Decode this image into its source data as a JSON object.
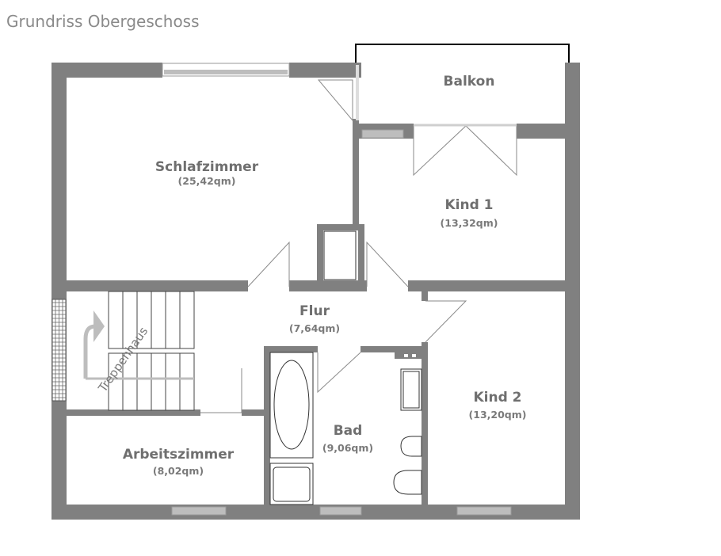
{
  "plan": {
    "title": "Grundriss Obergeschoss",
    "wall_color": "#808080",
    "window_color": "#bdbdbd",
    "rooms": [
      {
        "key": "schlafzimmer",
        "name": "Schlafzimmer",
        "area": "(25,42qm)"
      },
      {
        "key": "balkon",
        "name": "Balkon",
        "area": ""
      },
      {
        "key": "kind1",
        "name": "Kind 1",
        "area": "(13,32qm)"
      },
      {
        "key": "flur",
        "name": "Flur",
        "area": "(7,64qm)"
      },
      {
        "key": "kind2",
        "name": "Kind 2",
        "area": "(13,20qm)"
      },
      {
        "key": "bad",
        "name": "Bad",
        "area": "(9,06qm)"
      },
      {
        "key": "arbeitszimmer",
        "name": "Arbeitszimmer",
        "area": "(8,02qm)"
      }
    ],
    "staircase_label": "Treppenhaus"
  }
}
